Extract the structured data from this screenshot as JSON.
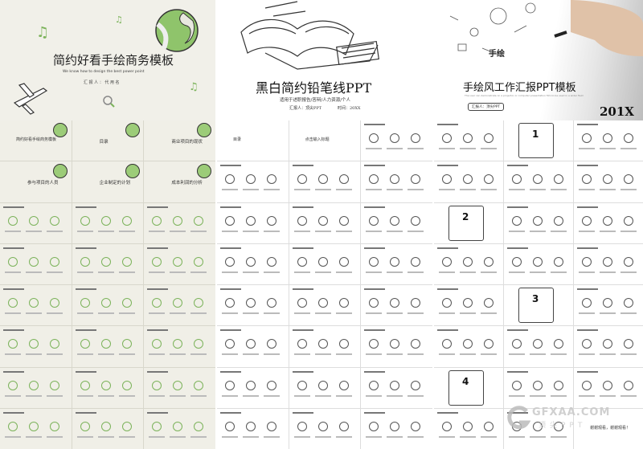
{
  "template1": {
    "title": "简约好看手绘商务模板",
    "subtitle": "We know how to design the best power point",
    "reporter": "汇 报 人 ： 代 用 名",
    "accent": "#7cb35b",
    "slides": [
      "简约好看手绘商务模板",
      "目录",
      "商业项目的现状",
      "参与项目的人员",
      "企业制定的计划",
      "成本利润的分析",
      "",
      "",
      "",
      "",
      "",
      "",
      "",
      "",
      "",
      "",
      "",
      "",
      "",
      "",
      "",
      "",
      "",
      "",
      ""
    ]
  },
  "template2": {
    "title": "黑白简约铅笔线PPT",
    "subtitle": "适用于述职报告/答辩/人力资源/个人",
    "reporter": "汇报人：顶尖PPT",
    "time": "时间：20XX",
    "slides": [
      "目录",
      "点击输入标题",
      "",
      "",
      "",
      "",
      "",
      "",
      "",
      "",
      "",
      "",
      "",
      "",
      "",
      "",
      "",
      "",
      "",
      "",
      "",
      "",
      "",
      "",
      ""
    ]
  },
  "template3": {
    "title": "手绘风工作汇报PPT模板",
    "handwritten": "手绘",
    "subtitle": "The user can demonstrate on a projector or computer presentation film to be used in a wider field",
    "reporter": "汇报人：顶尖PPT",
    "year": "201X",
    "slides": [
      "",
      "1",
      "",
      "",
      "",
      "",
      "2",
      "",
      "",
      "",
      "",
      "",
      "",
      "3",
      "",
      "",
      "",
      "",
      "4",
      "",
      "",
      "",
      "",
      "谢谢观看，谢谢观看！"
    ]
  },
  "watermark": {
    "text": "GFXAA.COM",
    "sub": "顶尖PPT"
  }
}
